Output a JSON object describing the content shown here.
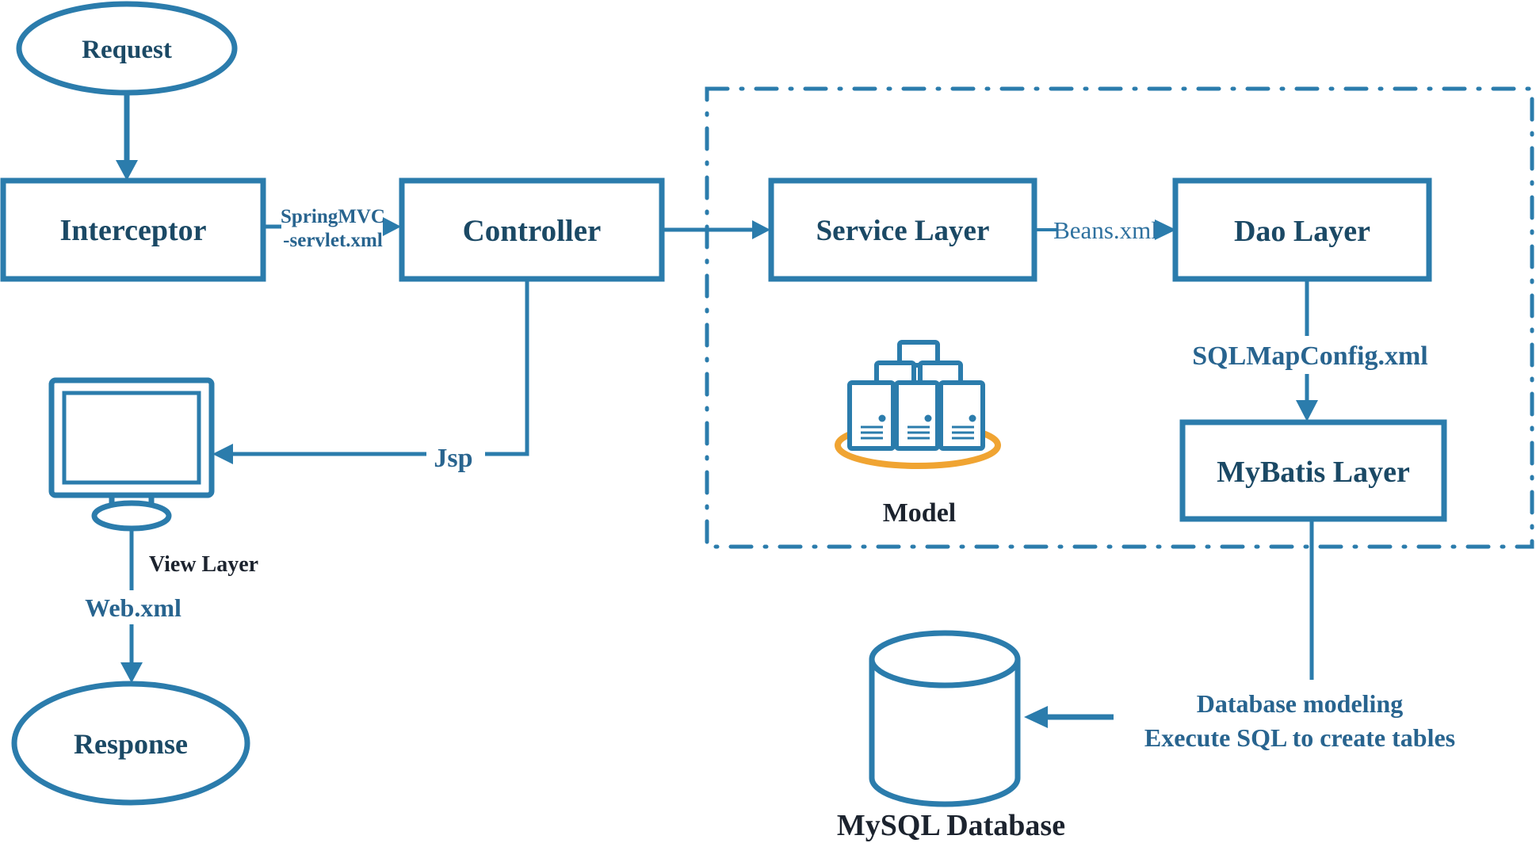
{
  "diagram": {
    "colors": {
      "stroke_blue": "#2b7cac",
      "title_navy": "#1b4965",
      "edge_label_blue": "#28648f",
      "dark_label": "#1c232e",
      "ring_orange": "#f0a432",
      "background": "#ffffff"
    },
    "nodes": {
      "request": "Request",
      "interceptor": "Interceptor",
      "controller": "Controller",
      "service_layer": "Service Layer",
      "dao_layer": "Dao Layer",
      "mybatis_layer": "MyBatis Layer",
      "response": "Response",
      "view_layer": "View Layer",
      "model": "Model",
      "mysql_database": "MySQL Database"
    },
    "edge_labels": {
      "springmvc_servlet_line1": "SpringMVC",
      "springmvc_servlet_line2": "-servlet.xml",
      "beans_xml": "Beans.xml",
      "jsp": "Jsp",
      "web_xml": "Web.xml",
      "sqlmapconfig_xml": "SQLMapConfig.xml",
      "database_modeling_line1": "Database modeling",
      "database_modeling_line2": "Execute SQL to create tables"
    }
  }
}
